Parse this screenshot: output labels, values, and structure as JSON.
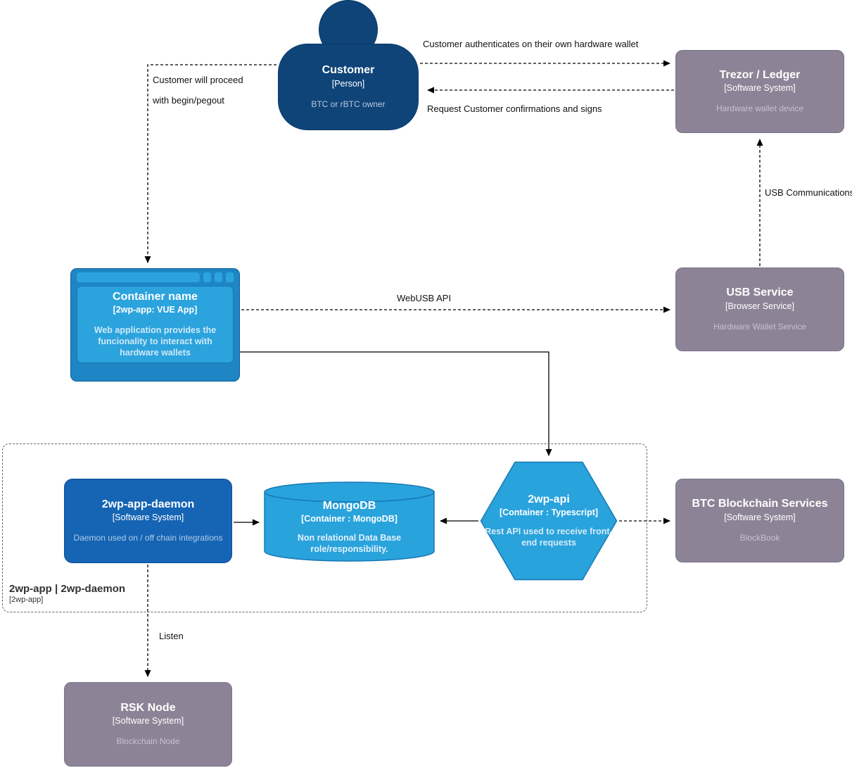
{
  "nodes": {
    "customer": {
      "title": "Customer",
      "subtitle": "[Person]",
      "description": "BTC or rBTC owner"
    },
    "trezor": {
      "title": "Trezor / Ledger",
      "subtitle": "[Software System]",
      "description": "Hardware wallet device"
    },
    "webapp": {
      "title": "Container name",
      "subtitle": "[2wp-app: VUE App]",
      "description": "Web application provides the funcionality to interact with hardware wallets"
    },
    "usb_service": {
      "title": "USB Service",
      "subtitle": "[Browser Service]",
      "description": "Hardware Wallet Service"
    },
    "daemon": {
      "title": "2wp-app-daemon",
      "subtitle": "[Software System]",
      "description": "Daemon used on / off chain integrations"
    },
    "mongodb": {
      "title": "MongoDB",
      "subtitle": "[Container : MongoDB]",
      "description": "Non relational Data Base role/responsibility."
    },
    "api": {
      "title": "2wp-api",
      "subtitle": "[Container : Typescript]",
      "description": "Rest API used to receive front-end requests"
    },
    "btc": {
      "title": "BTC Blockchain Services",
      "subtitle": "[Software System]",
      "description": "BlockBook"
    },
    "rsk": {
      "title": "RSK Node",
      "subtitle": "[Software System]",
      "description": "Blockchain Node"
    }
  },
  "boundary": {
    "title": "2wp-app | 2wp-daemon",
    "subtitle": "[2wp-app]"
  },
  "edges": {
    "auth": "Customer authenticates on their own hardware wallet",
    "confirm": "Request Customer confirmations and signs",
    "proceed_line1": "Customer will proceed",
    "proceed_line2": "with begin/pegout",
    "webusb": "WebUSB API",
    "usb_comm": "USB Communications",
    "listen": "Listen"
  },
  "colors": {
    "person": "#0f4479",
    "external_system": "#8c8496",
    "container_blue": "#29a3dc",
    "daemon_blue": "#1664b4"
  }
}
